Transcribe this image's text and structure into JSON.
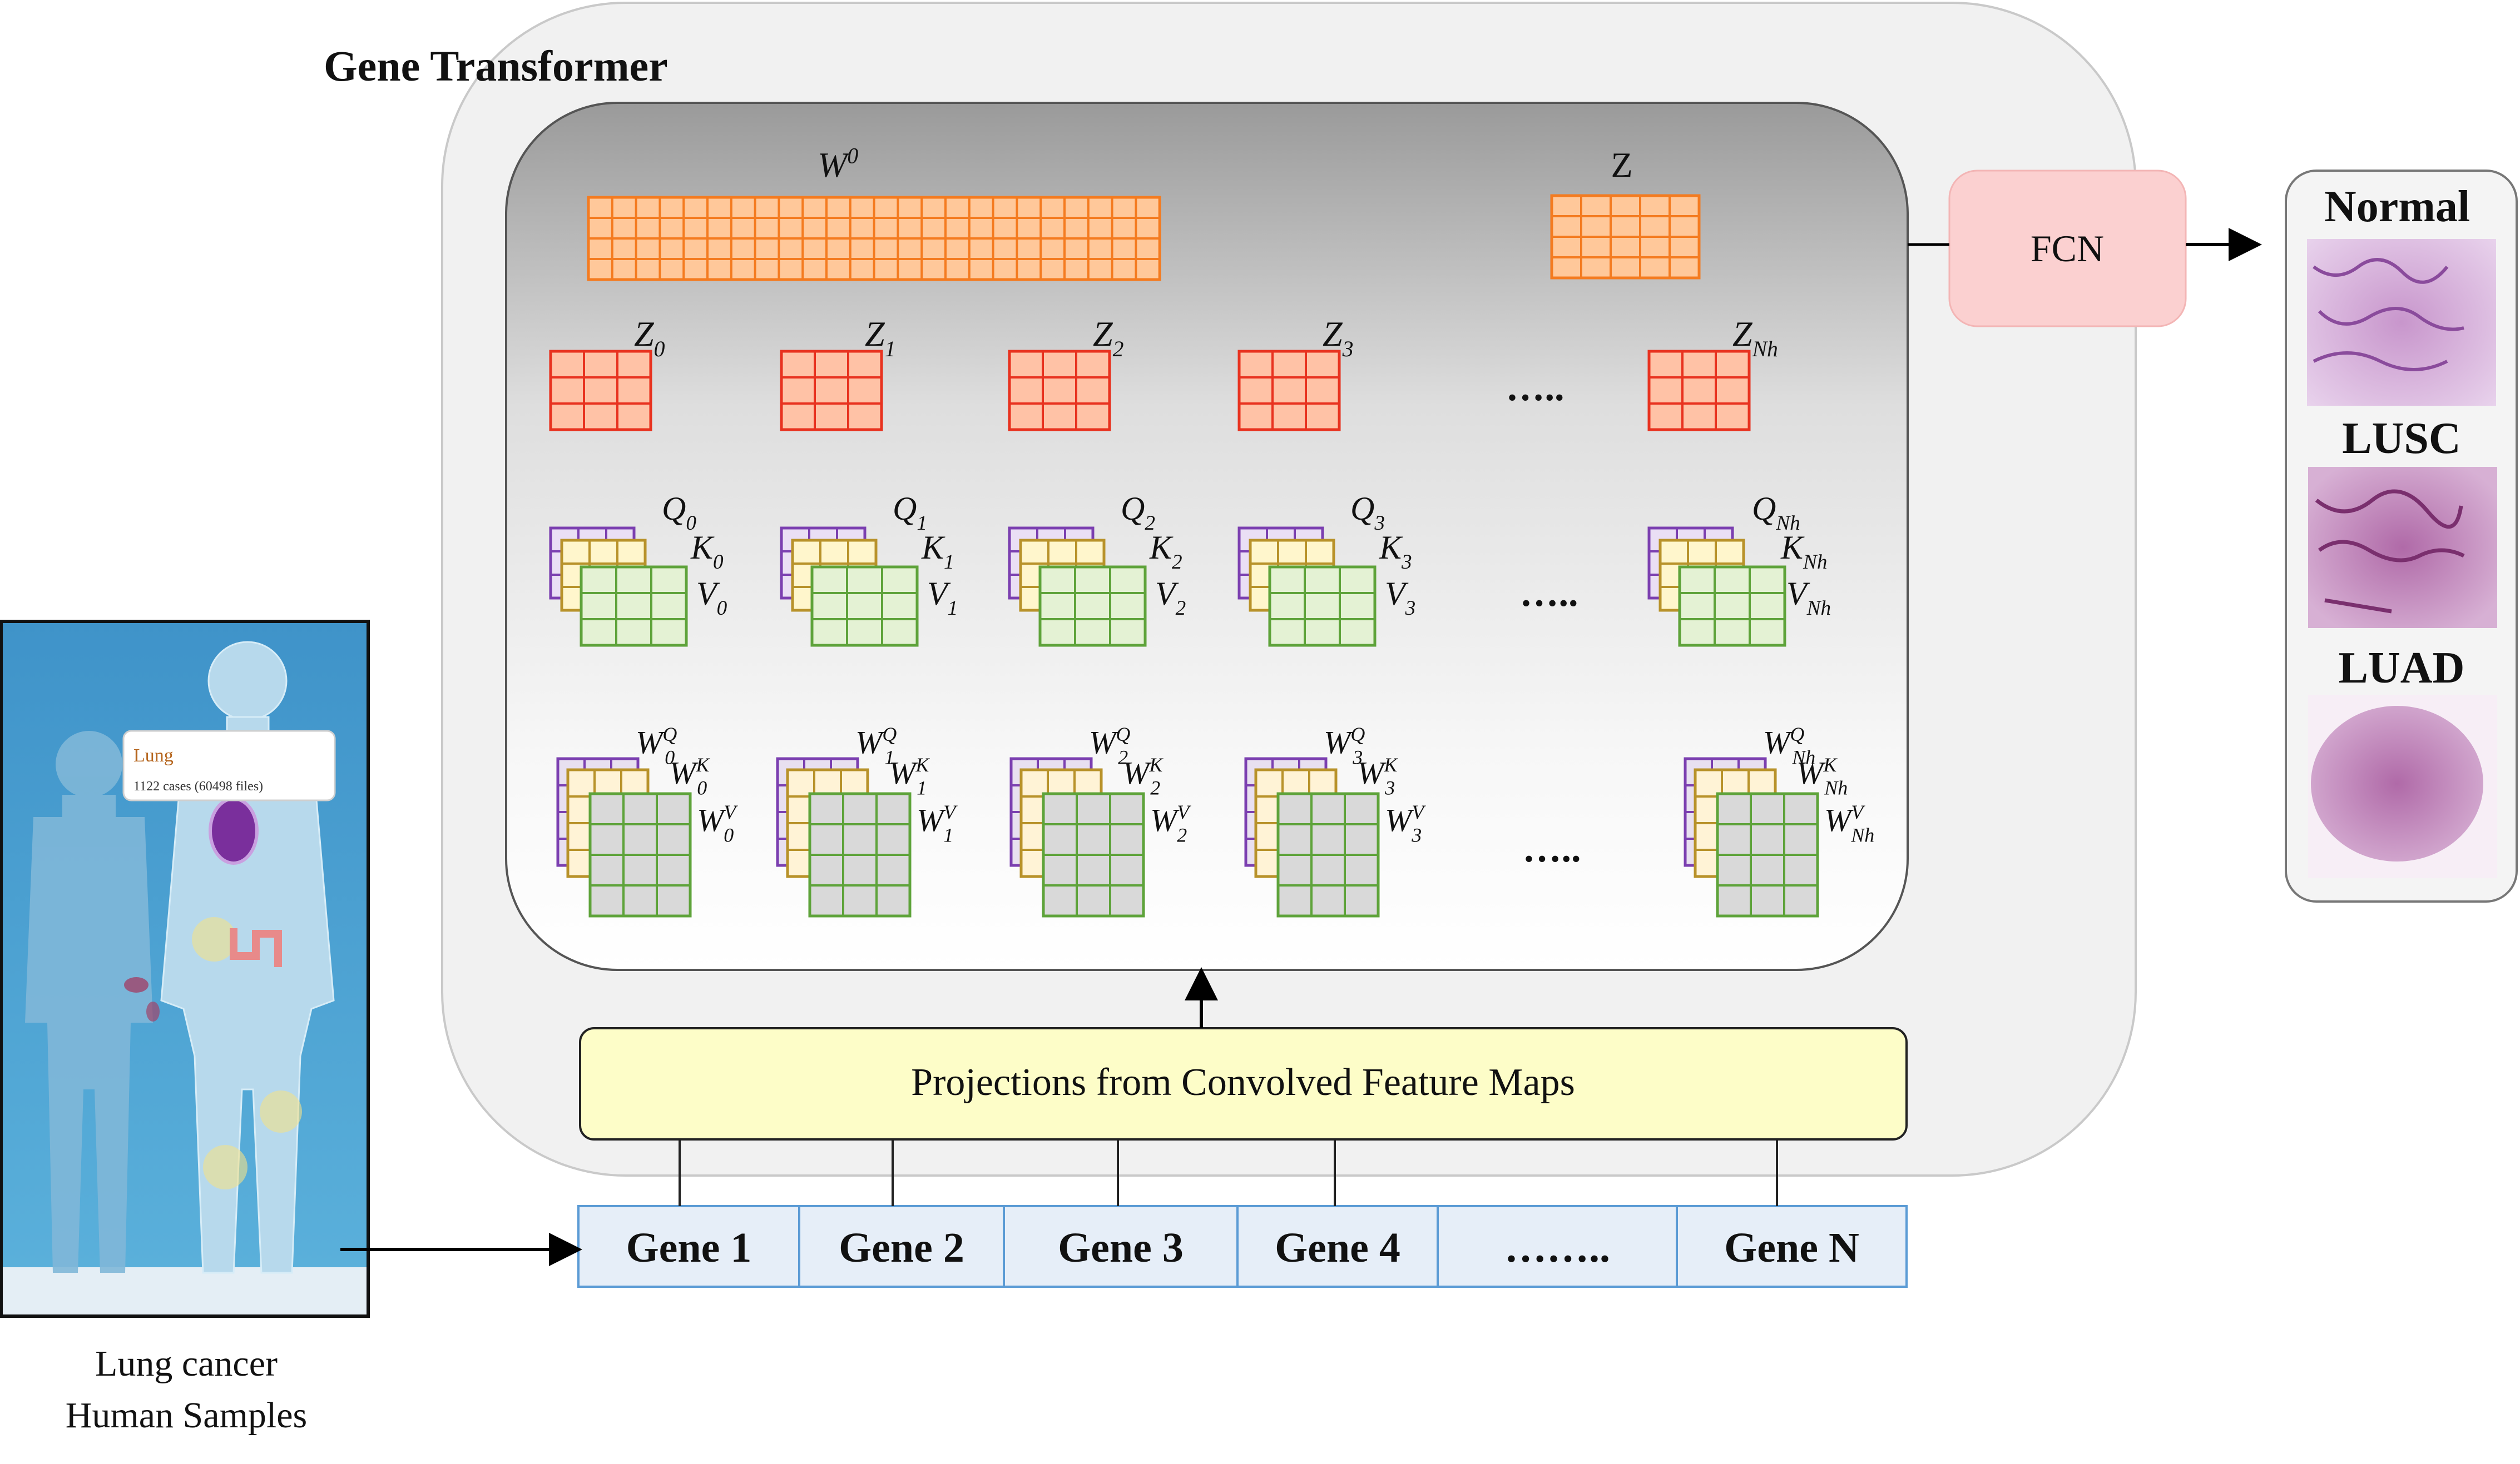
{
  "title": "Gene Transformer",
  "fcn_label": "FCN",
  "projection_label": "Projections from Convolved Feature Maps",
  "genes": [
    "Gene 1",
    "Gene 2",
    "Gene 3",
    "Gene 4",
    "……..",
    "Gene N"
  ],
  "top_labels": {
    "w0_base": "W",
    "w0_sup": "0",
    "z": "Z"
  },
  "z_heads": [
    {
      "base": "Z",
      "sub": "0"
    },
    {
      "base": "Z",
      "sub": "1"
    },
    {
      "base": "Z",
      "sub": "2"
    },
    {
      "base": "Z",
      "sub": "3"
    },
    {
      "base": "Z",
      "sub": "Nh"
    }
  ],
  "qkv_heads": [
    {
      "q": "Q",
      "k": "K",
      "v": "V",
      "sub": "0"
    },
    {
      "q": "Q",
      "k": "K",
      "v": "V",
      "sub": "1"
    },
    {
      "q": "Q",
      "k": "K",
      "v": "V",
      "sub": "2"
    },
    {
      "q": "Q",
      "k": "K",
      "v": "V",
      "sub": "3"
    },
    {
      "q": "Q",
      "k": "K",
      "v": "V",
      "sub": "Nh"
    }
  ],
  "weight_heads": [
    {
      "base": "W",
      "sub": "0",
      "sups": [
        "Q",
        "K",
        "V"
      ]
    },
    {
      "base": "W",
      "sub": "1",
      "sups": [
        "Q",
        "K",
        "V"
      ]
    },
    {
      "base": "W",
      "sub": "2",
      "sups": [
        "Q",
        "K",
        "V"
      ]
    },
    {
      "base": "W",
      "sub": "3",
      "sups": [
        "Q",
        "K",
        "V"
      ]
    },
    {
      "base": "W",
      "sub": "Nh",
      "sups": [
        "Q",
        "K",
        "V"
      ]
    }
  ],
  "ellipsis": "…..",
  "body_figure": {
    "popup_title": "Lung",
    "popup_detail": "1122 cases (60498 files)"
  },
  "sample_caption": [
    "Lung cancer",
    "Human Samples"
  ],
  "classes": [
    "Normal",
    "LUSC",
    "LUAD"
  ],
  "colors": {
    "orange_fill": "#ffc89a",
    "orange_line": "#f47b20",
    "red_line": "#e8321f",
    "purple_line": "#7b3fb0",
    "yellow_fill": "#fff6cc",
    "yellow_line": "#b8922a",
    "green_fill": "#e4f2d4",
    "green_line": "#5ea33a",
    "gray_fill": "#d9d9d9",
    "fcn_fill": "#fbd0d0",
    "proj_fill": "#fdfdc8",
    "gene_fill": "#e6eef8",
    "gene_line": "#5b9bd5"
  }
}
